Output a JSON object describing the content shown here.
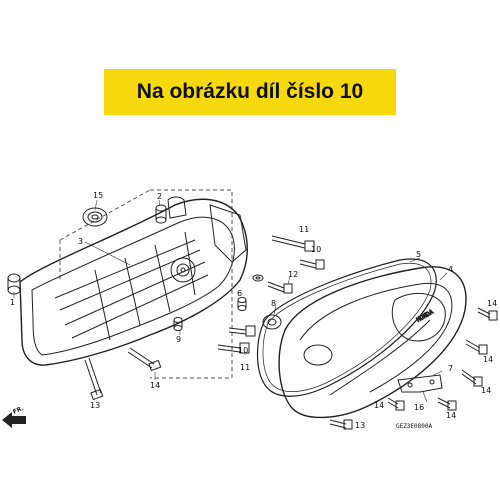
{
  "banner": {
    "text": "Na obrázku díl číslo 10",
    "color": "#f5d90e"
  },
  "diagram_code": "GEZ3E0800A",
  "direction_label": "FR.",
  "callouts": [
    {
      "id": "c1",
      "label": "1"
    },
    {
      "id": "c2",
      "label": "2"
    },
    {
      "id": "c3",
      "label": "3"
    },
    {
      "id": "c4",
      "label": "4"
    },
    {
      "id": "c5",
      "label": "5"
    },
    {
      "id": "c6",
      "label": "6"
    },
    {
      "id": "c7",
      "label": "7"
    },
    {
      "id": "c8",
      "label": "8"
    },
    {
      "id": "c9",
      "label": "9"
    },
    {
      "id": "c10a",
      "label": "10"
    },
    {
      "id": "c10b",
      "label": "10"
    },
    {
      "id": "c11a",
      "label": "11"
    },
    {
      "id": "c11b",
      "label": "11"
    },
    {
      "id": "c12",
      "label": "12"
    },
    {
      "id": "c13a",
      "label": "13"
    },
    {
      "id": "c13b",
      "label": "13"
    },
    {
      "id": "c14a",
      "label": "14"
    },
    {
      "id": "c14b",
      "label": "14"
    },
    {
      "id": "c14c",
      "label": "14"
    },
    {
      "id": "c14d",
      "label": "14"
    },
    {
      "id": "c14e",
      "label": "14"
    },
    {
      "id": "c14f",
      "label": "14"
    },
    {
      "id": "c15",
      "label": "15"
    },
    {
      "id": "c16",
      "label": "16"
    }
  ]
}
